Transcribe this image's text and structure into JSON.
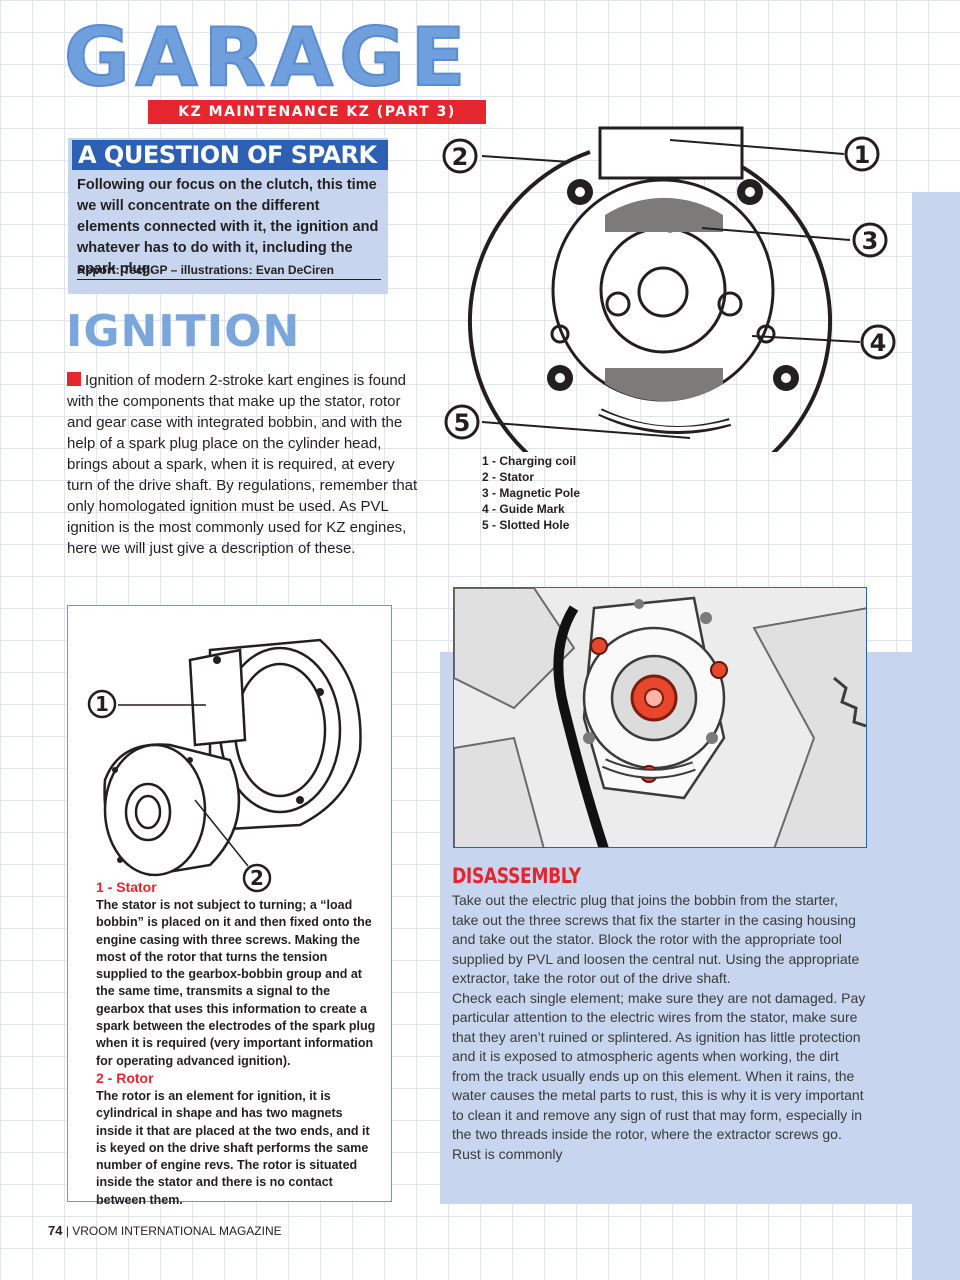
{
  "header": {
    "title": "GARAGE",
    "banner": "KZ MAINTENANCE KZ (PART 3)"
  },
  "intro": {
    "title": "A QUESTION OF SPARK",
    "text": "Following our focus on the clutch, this time we will concentrate on the different elements connected with it, the ignition and whatever has to do with it, including the spark plug.",
    "credit": "Report: TechGP – illustrations: Evan DeCiren"
  },
  "ignition": {
    "title": "IGNITION",
    "body": "Ignition of modern 2-stroke kart engines is found with the components that make up the stator, rotor and gear case with integrated bobbin, and with the help of a spark plug place on the cylinder head, brings about a spark, when it is required, at every turn of the drive shaft.  By regulations, remember that only homologated ignition must be used. As PVL ignition is the most commonly used for KZ engines, here we will just give a description of these."
  },
  "diagram": {
    "callouts": [
      "1",
      "2",
      "3",
      "4",
      "5"
    ],
    "legend": [
      {
        "num": "1 -",
        "label": "Charging coil"
      },
      {
        "num": "2 -",
        "label": "Stator"
      },
      {
        "num": "3 -",
        "label": "Magnetic Pole"
      },
      {
        "num": "4 -",
        "label": "Guide Mark"
      },
      {
        "num": "5 -",
        "label": "Slotted Hole"
      }
    ]
  },
  "components": {
    "callouts": [
      "1",
      "2"
    ],
    "stator_head": "1 -  Stator",
    "stator_text": "The stator is not subject to turning; a “load bobbin” is placed on it and then fixed onto the engine casing with three screws. Making the most of the rotor that turns the tension supplied to the gearbox-bobbin group and at the same time, transmits a signal to the gearbox that uses this information to create a spark between the electrodes of the spark plug when it is required (very important information for operating advanced ignition).",
    "rotor_head": "2 - Rotor",
    "rotor_text": "The rotor is an element for ignition, it is cylindrical in shape and has two magnets inside it that are placed at the two ends, and it is keyed on the drive shaft performs the same number of engine revs. The rotor is situated inside the stator and there is no contact between them."
  },
  "disassembly": {
    "title": "DISASSEMBLY",
    "p1": "Take out the electric plug that joins the bobbin from the starter, take out the three screws that fix the starter in the casing housing and take out the stator. Block the rotor with the appropriate tool supplied by PVL and loosen the central nut. Using the appropriate extractor, take the rotor out of the drive shaft.",
    "p2": "Check each single element; make sure they are not damaged. Pay particular attention to the electric wires from the stator, make sure that they aren’t ruined or splintered. As ignition has little protection and it is exposed to atmospheric agents when working, the dirt from the track usually ends up on this element. When it rains, the water causes the metal parts to rust, this is why it is very important to clean it and remove any sign of rust that may form, especially in the two threads inside the rotor, where the extractor screws go. Rust is commonly"
  },
  "footer": {
    "page": "74",
    "magazine": "| VROOM INTERNATIONAL MAGAZINE"
  },
  "colors": {
    "accent_red": "#e6262e",
    "title_blue": "#2d5fb5",
    "light_blue": "#c7d6ee",
    "heading_blue": "#7aa6dc"
  }
}
